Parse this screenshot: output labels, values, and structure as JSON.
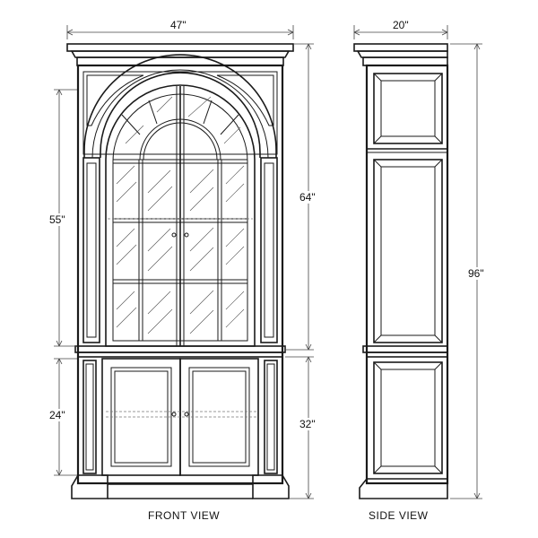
{
  "dimensions": {
    "front_width": "47\"",
    "side_depth": "20\"",
    "upper_section_height": "64\"",
    "glass_door_height": "55\"",
    "lower_door_height": "24\"",
    "lower_section_height": "32\"",
    "overall_height": "96\""
  },
  "captions": {
    "front": "FRONT VIEW",
    "side": "SIDE VIEW"
  }
}
